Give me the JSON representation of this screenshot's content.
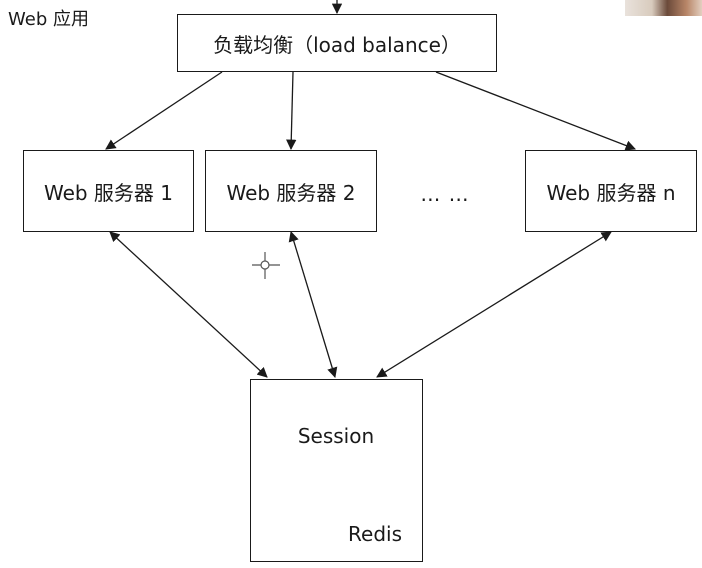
{
  "diagram": {
    "title": "Web 应用",
    "load_balancer": "负载均衡（load balance）",
    "servers": [
      "Web 服务器 1",
      "Web 服务器 2",
      "Web 服务器 n"
    ],
    "ellipsis": "… …",
    "store": {
      "label": "Redis",
      "session": "Session"
    }
  }
}
